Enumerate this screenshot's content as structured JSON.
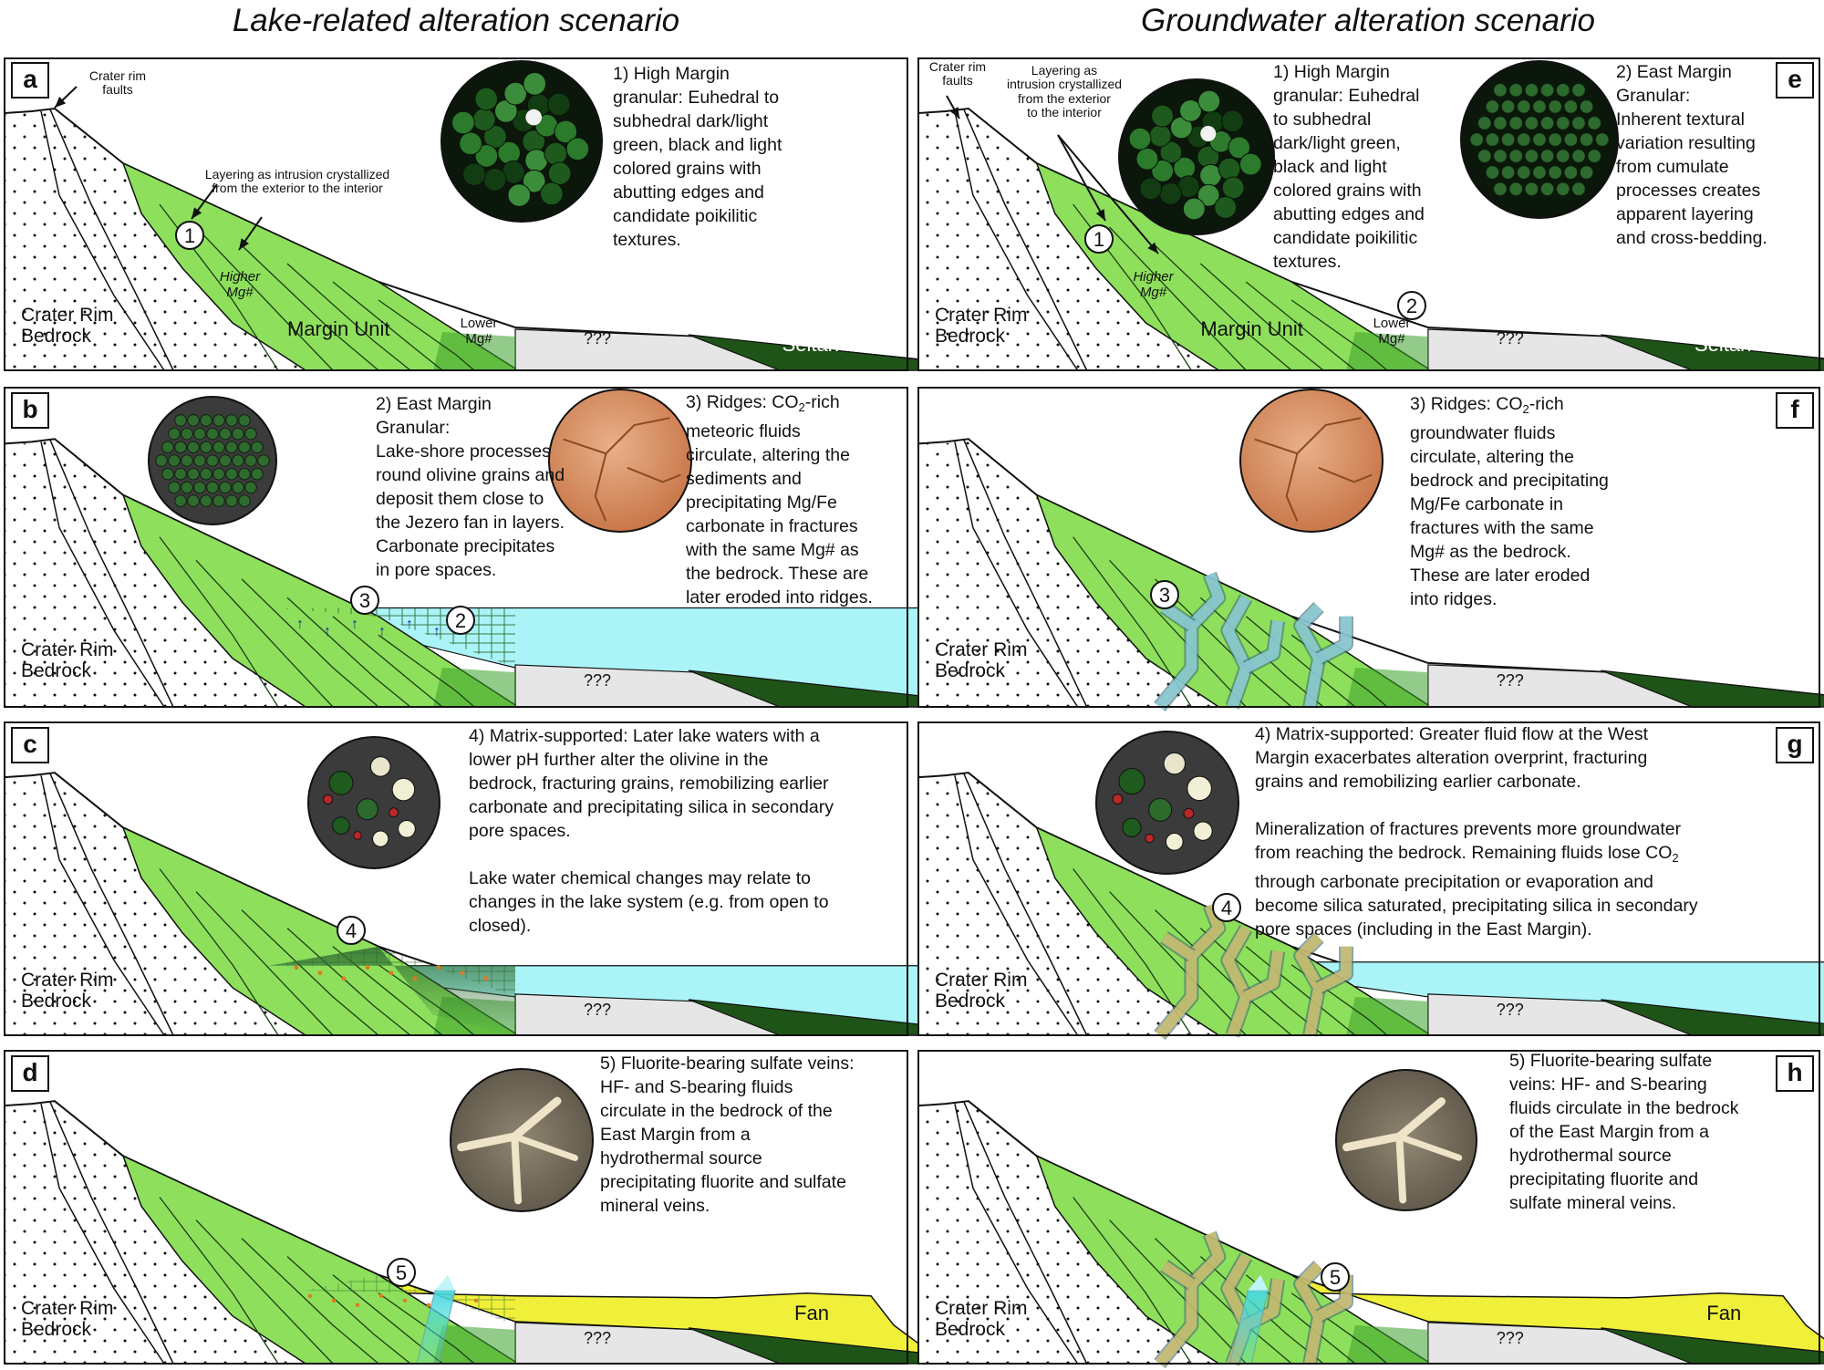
{
  "titles": {
    "left": "Lake-related alteration scenario",
    "right": "Groundwater alteration scenario"
  },
  "panel_letters": [
    "a",
    "b",
    "c",
    "d",
    "e",
    "f",
    "g",
    "h"
  ],
  "terrain_labels": {
    "crater_rim_bedrock": [
      "Crater Rim",
      "Bedrock"
    ],
    "margin_unit": "Margin Unit",
    "lower_mg": [
      "Lower",
      "Mg#"
    ],
    "higher_mg": [
      "Higher",
      "Mg#"
    ],
    "unknown": "???",
    "seitah": "Seitah",
    "fan": "Fan",
    "crater_rim_faults": [
      "Crater rim",
      "faults"
    ]
  },
  "annotations": {
    "layering_a": [
      "Layering as intrusion crystallized",
      "from the exterior to the interior"
    ],
    "layering_e": [
      "Layering as",
      "intrusion crystallized",
      "from the exterior",
      "to the interior"
    ]
  },
  "markers": [
    "1",
    "2",
    "3",
    "4",
    "5"
  ],
  "captions": {
    "a1": [
      "1) High Margin",
      "granular: Euhedral to",
      "subhedral dark/light",
      "green, black and light",
      "colored grains with",
      "abutting edges and",
      "candidate poikilitic",
      "textures."
    ],
    "e1": [
      "1) High Margin",
      "granular: Euhedral",
      "to subhedral",
      "dark/light green,",
      "black and light",
      "colored grains with",
      "abutting edges and",
      "candidate poikilitic",
      "textures."
    ],
    "e2": [
      "2) East Margin",
      "Granular:",
      "Inherent textural",
      "variation resulting",
      "from cumulate",
      "processes creates",
      "apparent layering",
      "and cross-bedding."
    ],
    "b2": [
      "2) East Margin",
      "Granular:",
      "Lake-shore processes",
      "round olivine grains and",
      "deposit them close to",
      "the Jezero fan in layers.",
      "Carbonate precipitates",
      "in pore spaces."
    ],
    "b3": {
      "head": "3) Ridges: CO",
      "sub": "2",
      "tail": "-rich",
      "lines": [
        "meteoric fluids",
        "circulate, altering the",
        "sediments and",
        "precipitating Mg/Fe",
        "carbonate in fractures",
        "with the same Mg# as",
        "the bedrock. These are",
        "later eroded into ridges."
      ]
    },
    "f3": {
      "head": "3) Ridges: CO",
      "sub": "2",
      "tail": "-rich",
      "lines": [
        "groundwater fluids",
        "circulate, altering the",
        "bedrock and precipitating",
        "Mg/Fe carbonate in",
        "fractures with the same",
        "Mg# as the bedrock.",
        "These are later eroded",
        "into ridges."
      ]
    },
    "c4": [
      "4) Matrix-supported: Later lake waters with a",
      "lower pH further alter the olivine in the",
      "bedrock, fracturing grains, remobilizing earlier",
      "carbonate and precipitating silica in secondary",
      "pore spaces.",
      "",
      "Lake water chemical changes may relate to",
      "changes in the lake system (e.g. from open to",
      "closed)."
    ],
    "g4": {
      "lines_before": [
        "4) Matrix-supported: Greater fluid flow at the West",
        "Margin exacerbates alteration overprint, fracturing",
        "grains and remobilizing earlier carbonate.",
        "",
        "Mineralization of fractures prevents more groundwater"
      ],
      "co2_line_head": "from reaching the bedrock. Remaining fluids lose CO",
      "co2_line_sub": "2",
      "lines_after": [
        "through carbonate precipitation or evaporation and",
        "become silica saturated, precipitating silica in secondary",
        "pore spaces (including in the East Margin)."
      ]
    },
    "d5": [
      "5) Fluorite-bearing sulfate veins:",
      "HF- and S-bearing fluids",
      "circulate in the bedrock of the",
      "East Margin from a",
      "hydrothermal source",
      "precipitating fluorite and sulfate",
      "mineral veins."
    ],
    "h5": [
      "5) Fluorite-bearing sulfate",
      "veins: HF- and S-bearing",
      "fluids circulate in the bedrock",
      "of the East Margin from a",
      "hydrothermal source",
      "precipitating fluorite and",
      "sulfate mineral veins."
    ]
  },
  "colors": {
    "margin_green": "#8ee05c",
    "margin_dark": "#3aa02a",
    "seitah": "#1f5418",
    "lake": "#aaf4f8",
    "unknown": "#e6e6e6",
    "fan": "#f0f03a",
    "carbonate_vein": "#8ecfd8",
    "silica_vein": "#cfc070",
    "thin_section_dark": "#0b170b",
    "thin_section_gray": "#3b3b3b",
    "carbonate_orange": "#d99462",
    "sulfate_tan": "#c9b18c"
  }
}
